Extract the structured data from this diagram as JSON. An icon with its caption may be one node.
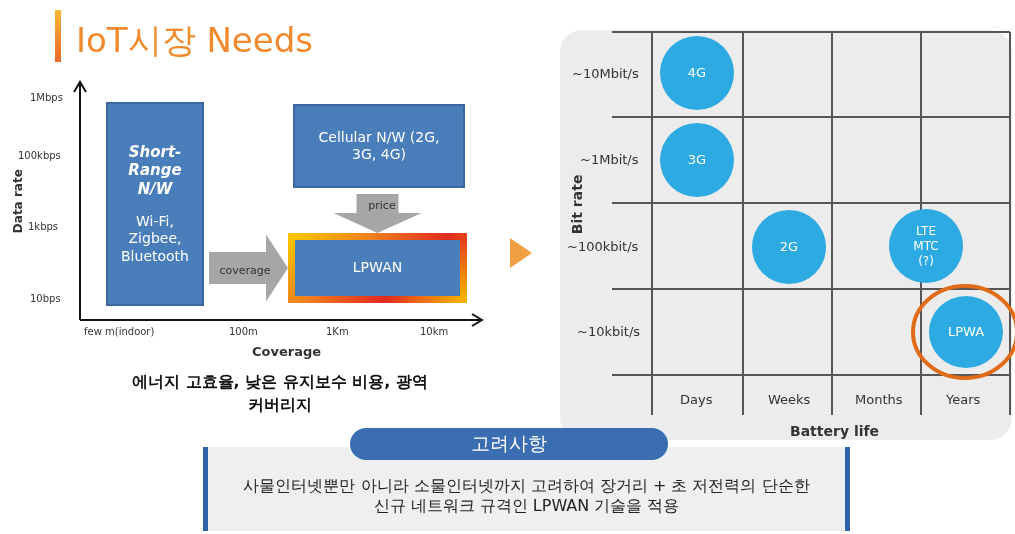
{
  "diagram": {
    "title": "IoT시장 Needs",
    "nodes": [
      {
        "text": [
          "Short-Range N/W",
          "Wi-Fi, Zigbee, Bluetooth"
        ]
      },
      {
        "text": [
          "Cellular N/W (2G, 3G, 4G)"
        ]
      },
      {
        "text": [
          "LPWAN"
        ]
      },
      {
        "text": [
          "4G"
        ]
      },
      {
        "text": [
          "3G"
        ]
      },
      {
        "text": [
          "2G"
        ]
      },
      {
        "text": [
          "LTE MTC (?)"
        ]
      },
      {
        "text": [
          "LPWA"
        ]
      },
      {
        "text": [
          "고려사항"
        ]
      },
      {
        "text": [
          "사물인터넷뿐만 아니라 소물인터넷까지 고려하여 장거리 + 초 저전력의 단순한 신규 네트워크 규격인 LPWAN 기술을 적용"
        ]
      }
    ],
    "edges": [
      {
        "from": 0,
        "to": 2,
        "arrow": "to",
        "label": "coverage"
      },
      {
        "from": 1,
        "to": 2,
        "arrow": "to",
        "label": "price"
      }
    ],
    "labels": [
      "1Mbps",
      "100kbps",
      "1kbps",
      "10bps",
      "Data rate",
      "few m(indoor)",
      "100m",
      "1Km",
      "10km",
      "Coverage",
      "에너지 고효율, 낮은 유지보수 비용, 광역 커버리지",
      "~10Mbit/s",
      "~1Mbit/s",
      "~100kbit/s",
      "~10kbit/s",
      "Bit rate",
      "Days",
      "Weeks",
      "Months",
      "Years",
      "Battery life"
    ]
  }
}
